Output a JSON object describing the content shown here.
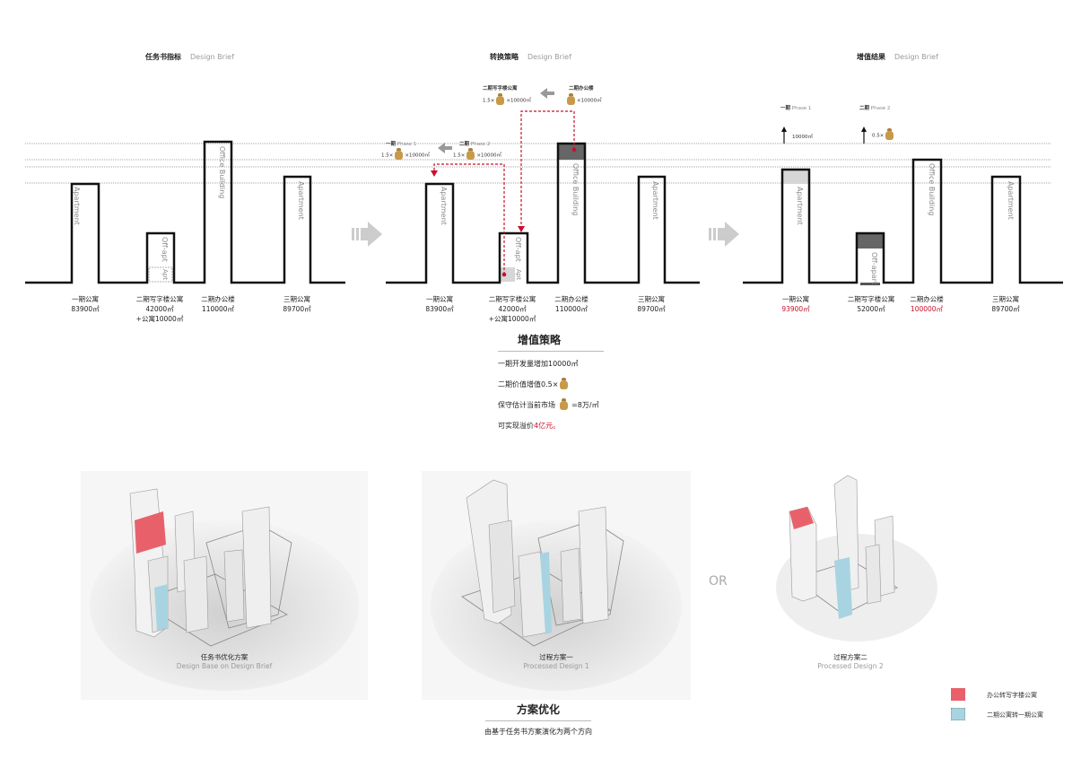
{
  "sections": [
    {
      "title": "任务书指标",
      "subtitle": "Design Brief"
    },
    {
      "title": "转换策略",
      "subtitle": "Design Brief"
    },
    {
      "title": "增值结果",
      "subtitle": "Design Brief"
    }
  ],
  "building_tags": {
    "apartment": "Apartment",
    "office": "Office Building",
    "offapt": "Off-apt",
    "offapart": "Off-apart",
    "apt": "Apt"
  },
  "diagram1": {
    "labels": [
      {
        "name": "一期公寓",
        "area": "83900㎡"
      },
      {
        "name": "二期写字楼公寓",
        "area": "42000㎡",
        "extra": "+公寓10000㎡"
      },
      {
        "name": "二期办公楼",
        "area": "110000㎡"
      },
      {
        "name": "三期公寓",
        "area": "89700㎡"
      }
    ]
  },
  "diagram2": {
    "labels": [
      {
        "name": "一期公寓",
        "area": "83900㎡"
      },
      {
        "name": "二期写字楼公寓",
        "area": "42000㎡",
        "extra": "+公寓10000㎡"
      },
      {
        "name": "二期办公楼",
        "area": "110000㎡"
      },
      {
        "name": "三期公寓",
        "area": "89700㎡"
      }
    ],
    "annot_top": {
      "left_name": "二期写字楼公寓",
      "left_val": "1.5×",
      "left_unit": "×10000㎡",
      "right_name": "二期办公楼",
      "right_unit": "×10000㎡"
    },
    "annot_mid": {
      "p1_name": "一期",
      "p1_phase": "Phase 1",
      "p1_val": "1.5×",
      "p1_unit": "×10000㎡",
      "p2_name": "二期",
      "p2_phase": "Phase 2",
      "p2_val": "1.5×",
      "p2_unit": "×10000㎡"
    }
  },
  "diagram3": {
    "labels": [
      {
        "name": "一期公寓",
        "area": "93900㎡",
        "highlight": true
      },
      {
        "name": "二期写字楼公寓",
        "area": "52000㎡"
      },
      {
        "name": "二期办公楼",
        "area": "100000㎡",
        "highlight": true
      },
      {
        "name": "三期公寓",
        "area": "89700㎡"
      }
    ],
    "annot": {
      "p1_name": "一期",
      "p1_phase": "Phase 1",
      "p1_val": "10000㎡",
      "p2_name": "二期",
      "p2_phase": "Phase 2",
      "p2_val": "0.5×"
    }
  },
  "strategy": {
    "title": "增值策略",
    "row1": "一期开发量增加10000㎡",
    "row2": "二期价值增值0.5×",
    "row3_a": "保守估计当前市场",
    "row3_b": "=8万/㎡",
    "row4_a": "可实现溢价",
    "row4_b": "4亿元",
    "row4_c": "。"
  },
  "models": [
    {
      "cn": "任务书优化方案",
      "en": "Design Base on Design Brief"
    },
    {
      "cn": "过程方案一",
      "en": "Processed Design 1"
    },
    {
      "cn": "过程方案二",
      "en": "Processed Design 2"
    }
  ],
  "or_label": "OR",
  "legend": [
    {
      "label": "办公转写字楼公寓",
      "color": "#e8616a"
    },
    {
      "label": "二期公寓转一期公寓",
      "color": "#a8d4e2"
    }
  ],
  "bottom": {
    "title": "方案优化",
    "subtitle": "由基于任务书方案演化为两个方向"
  }
}
